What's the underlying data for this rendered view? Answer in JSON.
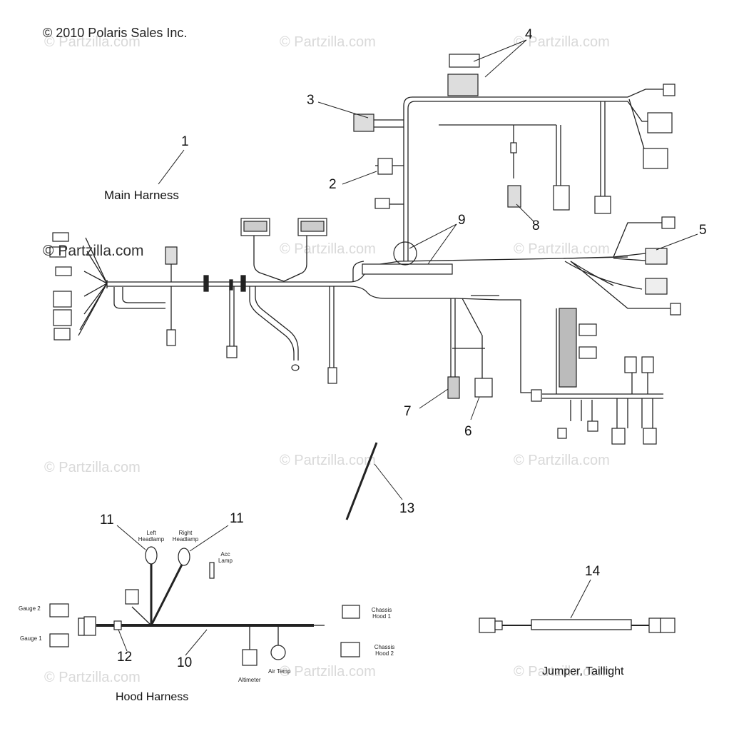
{
  "copyright": "© 2010 Polaris Sales Inc.",
  "watermarks": {
    "text": "© Partzilla.com",
    "foreground_text": "© Partzilla.com"
  },
  "callouts": {
    "c1": "1",
    "c2": "2",
    "c3": "3",
    "c4": "4",
    "c5": "5",
    "c6": "6",
    "c7": "7",
    "c8": "8",
    "c9": "9",
    "c10": "10",
    "c11a": "11",
    "c11b": "11",
    "c12": "12",
    "c13": "13",
    "c14": "14"
  },
  "captions": {
    "main_harness": "Main Harness",
    "hood_harness": "Hood Harness",
    "jumper_taillight": "Jumper, Taillight"
  },
  "hood_labels": {
    "left_headlamp": "Left Headlamp",
    "right_headlamp": "Right Headlamp",
    "acc_lamp": "Acc Lamp",
    "gauge_2": "Gauge 2",
    "gauge_1": "Gauge 1",
    "chassis_hood_1": "Chassis Hood 1",
    "chassis_hood_2": "Chassis Hood 2",
    "altimeter": "Altimeter",
    "air_temp": "Air Temp"
  }
}
